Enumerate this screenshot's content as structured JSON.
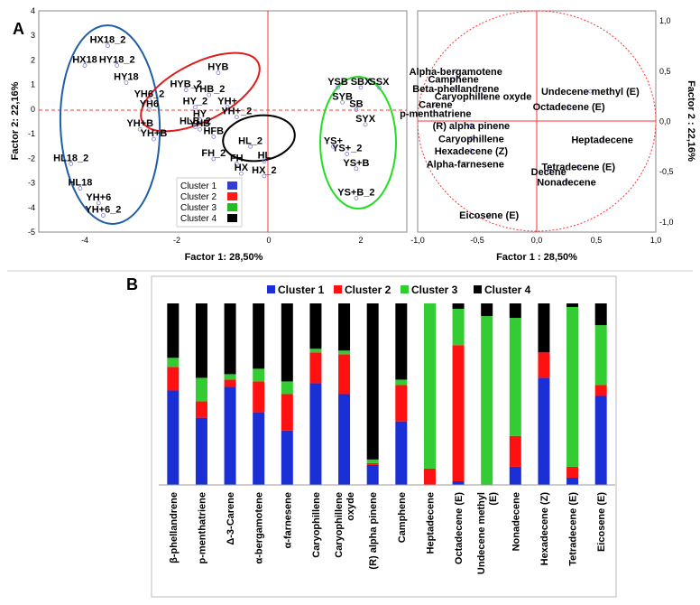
{
  "panel_a_label": "A",
  "panel_b_label": "B",
  "chart_data": [
    {
      "type": "scatter",
      "xlabel": "Factor 1: 28,50%",
      "ylabel": "Factor 2: 22,16%",
      "xlim": [
        -5,
        3
      ],
      "ylim": [
        -5,
        4
      ],
      "xticks": [
        -4,
        -2,
        0,
        2
      ],
      "yticks": [
        4,
        3,
        2,
        1,
        0,
        -1,
        -2,
        -3,
        -4,
        -5
      ],
      "points": [
        {
          "label": "HX18_2",
          "x": -3.5,
          "y": 2.8
        },
        {
          "label": "HX18",
          "x": -4.0,
          "y": 2.0
        },
        {
          "label": "HY18_2",
          "x": -3.3,
          "y": 2.0
        },
        {
          "label": "HY18",
          "x": -3.1,
          "y": 1.3
        },
        {
          "label": "YH6_2",
          "x": -2.6,
          "y": 0.6
        },
        {
          "label": "YH6",
          "x": -2.6,
          "y": 0.2
        },
        {
          "label": "YH+B",
          "x": -2.8,
          "y": -0.6
        },
        {
          "label": "YH+B",
          "x": -2.5,
          "y": -1.0
        },
        {
          "label": "HL18_2",
          "x": -4.3,
          "y": -2.0
        },
        {
          "label": "HL18",
          "x": -4.1,
          "y": -3.0
        },
        {
          "label": "YH+6",
          "x": -3.7,
          "y": -3.6
        },
        {
          "label": "YH+6_2",
          "x": -3.6,
          "y": -4.1
        },
        {
          "label": "HYB",
          "x": -1.1,
          "y": 1.7
        },
        {
          "label": "HYB_2",
          "x": -1.8,
          "y": 1.0
        },
        {
          "label": "YHB_2",
          "x": -1.3,
          "y": 0.8
        },
        {
          "label": "YH+",
          "x": -0.9,
          "y": 0.3
        },
        {
          "label": "HY_2",
          "x": -1.6,
          "y": 0.3
        },
        {
          "label": "YH+_2",
          "x": -0.7,
          "y": -0.1
        },
        {
          "label": "HY",
          "x": -1.5,
          "y": -0.2
        },
        {
          "label": "YHB",
          "x": -1.5,
          "y": -0.6
        },
        {
          "label": "HFB",
          "x": -1.2,
          "y": -0.9
        },
        {
          "label": "HLB_2",
          "x": -1.6,
          "y": -0.5
        },
        {
          "label": "HL_2",
          "x": -0.4,
          "y": -1.3
        },
        {
          "label": "HL",
          "x": -0.1,
          "y": -1.9
        },
        {
          "label": "FH_2",
          "x": -1.2,
          "y": -1.8
        },
        {
          "label": "FH",
          "x": -0.7,
          "y": -2.0
        },
        {
          "label": "HX",
          "x": -0.6,
          "y": -2.4
        },
        {
          "label": "HX_2",
          "x": -0.1,
          "y": -2.5
        },
        {
          "label": "YSB",
          "x": 1.5,
          "y": 1.1
        },
        {
          "label": "SBX",
          "x": 2.0,
          "y": 1.1
        },
        {
          "label": "SSX",
          "x": 2.4,
          "y": 1.1
        },
        {
          "label": "SYB",
          "x": 1.6,
          "y": 0.5
        },
        {
          "label": "SB",
          "x": 1.9,
          "y": 0.2
        },
        {
          "label": "SYX",
          "x": 2.1,
          "y": -0.4
        },
        {
          "label": "YS+_2",
          "x": 1.7,
          "y": -1.6
        },
        {
          "label": "YS+",
          "x": 1.4,
          "y": -1.3
        },
        {
          "label": "YS+B",
          "x": 1.9,
          "y": -2.2
        },
        {
          "label": "YS+B_2",
          "x": 1.9,
          "y": -3.4
        }
      ],
      "clusters_legend": [
        {
          "name": "Cluster 1",
          "color": "#2f3fd6"
        },
        {
          "name": "Cluster 2",
          "color": "#ff1a1a"
        },
        {
          "name": "Cluster 3",
          "color": "#22bb22"
        },
        {
          "name": "Cluster 4",
          "color": "#000000"
        }
      ]
    },
    {
      "type": "scatter",
      "xlabel": "Factor 1 : 28,50%",
      "ylabel": "Factor 2 : 22,16%",
      "xlim": [
        -1.0,
        1.0
      ],
      "ylim": [
        -1.1,
        1.1
      ],
      "xticks": [
        -1.0,
        -0.5,
        0.0,
        0.5,
        1.0
      ],
      "xtick_labels": [
        "-1,0",
        "-0,5",
        "0,0",
        "0,5",
        "1,0"
      ],
      "yticks": [
        1.0,
        0.5,
        0.0,
        -0.5,
        -1.0
      ],
      "ytick_labels": [
        "1,0",
        "0,5",
        "0,0",
        "-0,5",
        "-1,0"
      ],
      "variables": [
        {
          "label": "Alpha-bergamotene",
          "x": -0.68,
          "y": 0.5
        },
        {
          "label": "Camphene",
          "x": -0.7,
          "y": 0.42
        },
        {
          "label": "Beta-phellandrene",
          "x": -0.68,
          "y": 0.33
        },
        {
          "label": "Caryophillene oxyde",
          "x": -0.45,
          "y": 0.25
        },
        {
          "label": "Undecene methyl (E)",
          "x": 0.45,
          "y": 0.3
        },
        {
          "label": "Octadecene (E)",
          "x": 0.27,
          "y": 0.15
        },
        {
          "label": "Carene",
          "x": -0.85,
          "y": 0.17
        },
        {
          "label": "p-menthatriene",
          "x": -0.85,
          "y": 0.08
        },
        {
          "label": "(R) alpha pinene",
          "x": -0.55,
          "y": -0.04
        },
        {
          "label": "Caryophillene",
          "x": -0.55,
          "y": -0.17
        },
        {
          "label": "Heptadecene",
          "x": 0.55,
          "y": -0.18
        },
        {
          "label": "Hexadecene (Z)",
          "x": -0.55,
          "y": -0.29
        },
        {
          "label": "Alpha-farnesene",
          "x": -0.6,
          "y": -0.42
        },
        {
          "label": "Tetradecene (E)",
          "x": 0.35,
          "y": -0.45
        },
        {
          "label": "Decene",
          "x": 0.1,
          "y": -0.5
        },
        {
          "label": "Nonadecene",
          "x": 0.25,
          "y": -0.6
        },
        {
          "label": "Eicosene (E)",
          "x": -0.4,
          "y": -0.93
        }
      ]
    },
    {
      "type": "bar",
      "stacked": true,
      "normalized": true,
      "categories": [
        "β-phellandrene",
        "p-menthatriene",
        "Δ-3-Carene",
        "α-bergamotene",
        "α-farnesene",
        "Caryophillene",
        "Caryophillene oxyde",
        "(R) alpha pinene",
        "Camphene",
        "Heptadecene",
        "Octadecene (E)",
        "Undecene methyl (E)",
        "Nonadecene",
        "Hexadecene (Z)",
        "Tetradecene (E)",
        "Eicosene (E)"
      ],
      "category_lines": [
        [
          "β-phellandrene"
        ],
        [
          "p-menthatriene"
        ],
        [
          "Δ-3-Carene"
        ],
        [
          "α-bergamotene"
        ],
        [
          "α-farnesene"
        ],
        [
          "Caryophillene"
        ],
        [
          "Caryophillene",
          "oxyde"
        ],
        [
          "(R) alpha pinene"
        ],
        [
          "Camphene"
        ],
        [
          "Heptadecene"
        ],
        [
          "Octadecene (E)"
        ],
        [
          "Undecene methyl",
          "(E)"
        ],
        [
          "Nonadecene"
        ],
        [
          "Hexadecene (Z)"
        ],
        [
          "Tetradecene (E)"
        ],
        [
          "Eicosene (E)"
        ]
      ],
      "series": [
        {
          "name": "Cluster 1",
          "color": "#1a2fd6",
          "values": [
            0.52,
            0.37,
            0.54,
            0.4,
            0.3,
            0.56,
            0.5,
            0.11,
            0.35,
            0.0,
            0.02,
            0.0,
            0.1,
            0.59,
            0.04,
            0.49
          ]
        },
        {
          "name": "Cluster 2",
          "color": "#ff1111",
          "values": [
            0.13,
            0.09,
            0.04,
            0.17,
            0.2,
            0.17,
            0.22,
            0.01,
            0.2,
            0.09,
            0.75,
            0.0,
            0.17,
            0.14,
            0.06,
            0.06
          ]
        },
        {
          "name": "Cluster 3",
          "color": "#33cc33",
          "values": [
            0.05,
            0.13,
            0.03,
            0.07,
            0.07,
            0.02,
            0.02,
            0.02,
            0.03,
            0.91,
            0.2,
            0.93,
            0.65,
            0.0,
            0.88,
            0.33
          ]
        },
        {
          "name": "Cluster 4",
          "color": "#000000",
          "values": [
            0.3,
            0.41,
            0.39,
            0.36,
            0.43,
            0.25,
            0.26,
            0.86,
            0.42,
            0.0,
            0.03,
            0.07,
            0.08,
            0.27,
            0.02,
            0.12
          ]
        }
      ],
      "ylim": [
        0,
        1
      ],
      "legend_position": "top"
    }
  ]
}
